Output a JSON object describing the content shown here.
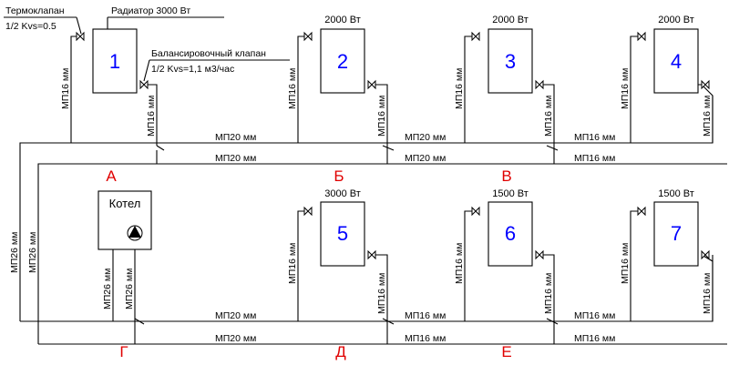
{
  "annotations": {
    "thermo_valve_1": "Термоклапан",
    "thermo_valve_2": "1/2 Kvs=0.5",
    "radiator_note": "Радиатор 3000 Вт",
    "balance_valve_1": "Балансировочный клапан",
    "balance_valve_2": "1/2 Kvs=1,1 м3/час"
  },
  "boiler": {
    "label": "Котел"
  },
  "radiators": [
    {
      "number": "1",
      "power": ""
    },
    {
      "number": "2",
      "power": "2000 Вт"
    },
    {
      "number": "3",
      "power": "2000 Вт"
    },
    {
      "number": "4",
      "power": "2000 Вт"
    },
    {
      "number": "5",
      "power": "3000 Вт"
    },
    {
      "number": "6",
      "power": "1500 Вт"
    },
    {
      "number": "7",
      "power": "1500 Вт"
    }
  ],
  "sections": [
    "А",
    "Б",
    "В",
    "Г",
    "Д",
    "Е"
  ],
  "pipes": {
    "mp16": "МП16 мм",
    "mp20": "МП20 мм",
    "mp26": "МП26 мм"
  },
  "colors": {
    "radiator_number": "#0000ff",
    "section_label": "#e00000",
    "lines": "#000000"
  }
}
